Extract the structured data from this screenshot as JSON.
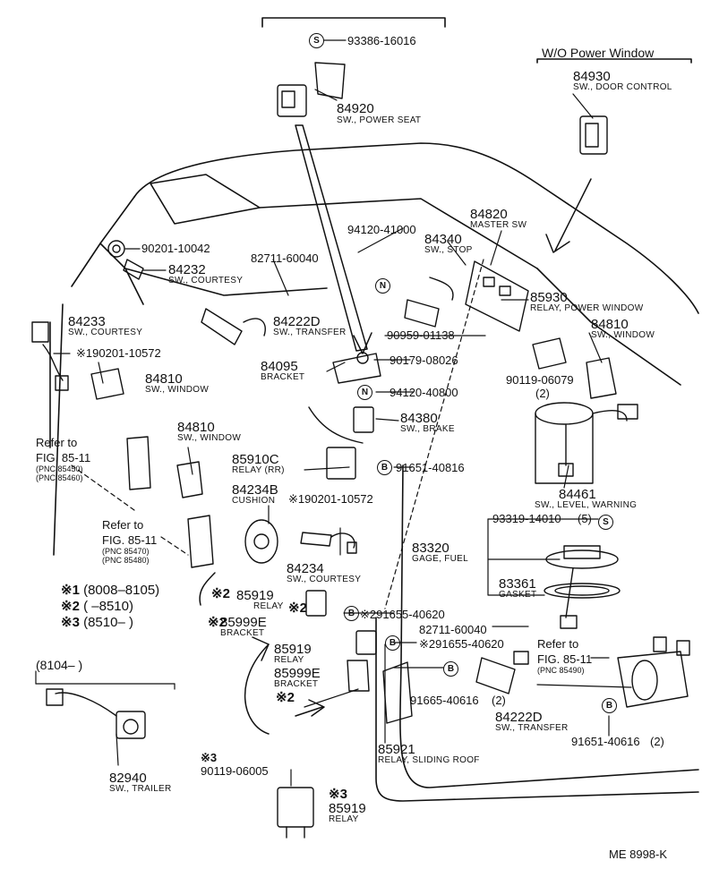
{
  "header": {
    "wo_power_window": "W/O Power Window"
  },
  "parts": {
    "p93386": "93386-16016",
    "p84920": "84920",
    "n84920": "SW., POWER SEAT",
    "p84930": "84930",
    "n84930": "SW., DOOR CONTROL",
    "p90201_10042": "90201-10042",
    "p84232": "84232",
    "n84232": "SW., COURTESY",
    "p82711a": "82711-60040",
    "p94120_41000": "94120-41000",
    "p84820": "84820",
    "n84820": "MASTER SW",
    "p84340": "84340",
    "n84340": "SW., STOP",
    "p85930": "85930",
    "n85930": "RELAY, POWER WINDOW",
    "p84233": "84233",
    "n84233": "SW., COURTESY",
    "p84222D_a": "84222D",
    "n84222D_a": "SW., TRANSFER",
    "p90959": "90959-01138",
    "p84810_r": "84810",
    "n84810_r": "SW., WINDOW",
    "p90201_10572_a": "90201-10572",
    "p84810_a": "84810",
    "n84810_a": "SW., WINDOW",
    "p90179": "90179-08026",
    "p84095": "84095",
    "n84095": "BRACKET",
    "p90119_06079": "90119-06079",
    "q90119_06079": "(2)",
    "p94120_40800": "94120-40800",
    "p84380": "84380",
    "n84380": "SW., BRAKE",
    "p84810_b": "84810",
    "n84810_b": "SW., WINDOW",
    "p85910C": "85910C",
    "n85910C": "RELAY (RR)",
    "p91651_40816": "91651-40816",
    "p84234B": "84234B",
    "n84234B": "CUSHION",
    "p90201_10572_b": "90201-10572",
    "p84461": "84461",
    "n84461": "SW., LEVEL, WARNING",
    "p93319": "93319-14010",
    "q93319": "(5)",
    "p83320": "83320",
    "n83320": "GAGE, FUEL",
    "p84234": "84234",
    "n84234": "SW., COURTESY",
    "p83361": "83361",
    "n83361": "GASKET",
    "p85919_a": "85919",
    "n85919_a": "RELAY",
    "p91655_40620_a": "91655-40620",
    "p85999E_a": "85999E",
    "n85999E_a": "BRACKET",
    "p82711b": "82711-60040",
    "p85919_b": "85919",
    "n85919_b": "RELAY",
    "p91655_40620_b": "91655-40620",
    "p85999E_b": "85999E",
    "n85999E_b": "BRACKET",
    "p91665": "91665-40616",
    "q91665": "(2)",
    "p84222D_b": "84222D",
    "n84222D_b": "SW., TRANSFER",
    "p91651_40616": "91651-40616",
    "q91651_40616": "(2)",
    "p85921": "85921",
    "n85921": "RELAY, SLIDING ROOF",
    "p82940": "82940",
    "n82940": "SW., TRAILER",
    "p90119_06005": "90119-06005",
    "p85919_c": "85919",
    "n85919_c": "RELAY"
  },
  "refs": {
    "refer_to": "Refer to",
    "fig": "FIG. 85-11",
    "pnc85450": "(PNC 85450)",
    "pnc85460": "(PNC 85460)",
    "pnc85470": "(PNC 85470)",
    "pnc85480": "(PNC 85480)",
    "pnc85490": "(PNC 85490)"
  },
  "legend": {
    "m1": "※1",
    "r1": "(8008–8105)",
    "m2": "※2",
    "r2": "(      –8510)",
    "m3": "※3",
    "r3": "(8510–      )"
  },
  "marks": {
    "x1": "※1",
    "x2": "※2",
    "x3": "※3",
    "s": "S",
    "n": "N",
    "b": "B"
  },
  "box8104": "(8104–      )",
  "footer": {
    "code": "ME  8998-K"
  }
}
